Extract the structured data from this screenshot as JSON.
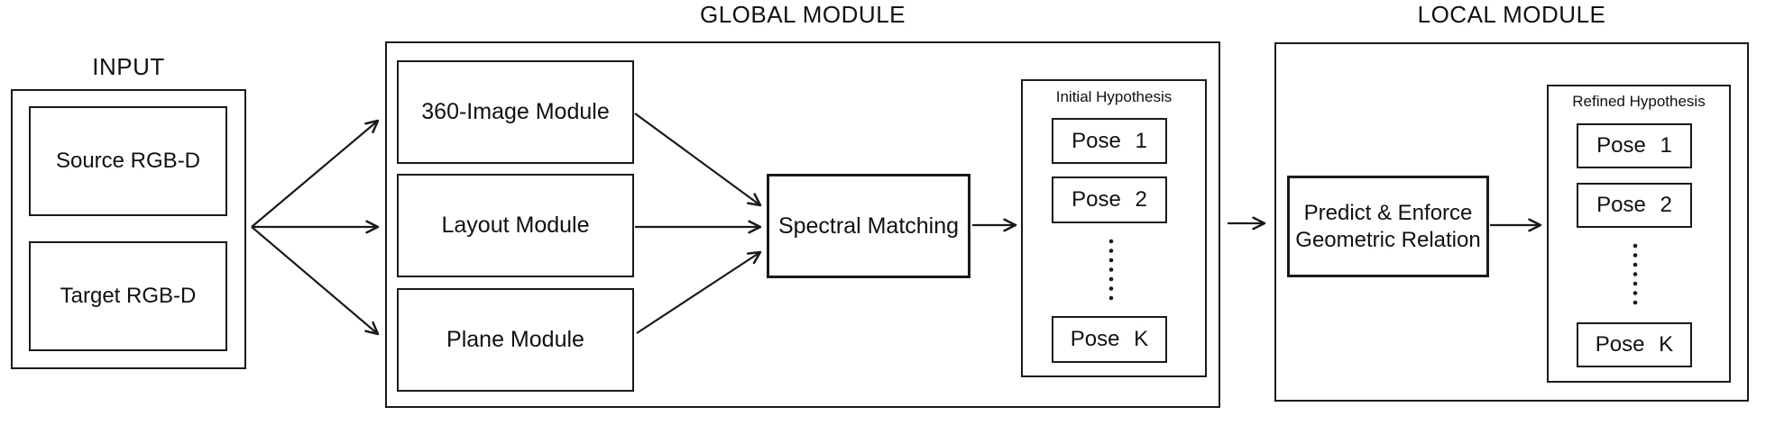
{
  "colors": {
    "background": "#ffffff",
    "line": "#1a1a1a",
    "text": "#111111"
  },
  "input": {
    "title": "INPUT",
    "source_label": "Source RGB-D",
    "target_label": "Target RGB-D"
  },
  "global_module": {
    "title": "GLOBAL MODULE",
    "modules": [
      "360-Image Module",
      "Layout Module",
      "Plane Module"
    ],
    "spectral_matching_label": "Spectral Matching",
    "initial_hypothesis": {
      "title": "Initial Hypothesis",
      "poses": [
        "Pose 1",
        "Pose 2",
        "Pose K"
      ],
      "ellipsis": "⋮"
    }
  },
  "local_module": {
    "title": "LOCAL MODULE",
    "predict_box": {
      "line1": "Predict & Enforce",
      "line2": "Geometric Relation"
    },
    "refined_hypothesis": {
      "title": "Refined Hypothesis",
      "poses": [
        "Pose 1",
        "Pose 2",
        "Pose K"
      ],
      "ellipsis": "⋮"
    }
  }
}
